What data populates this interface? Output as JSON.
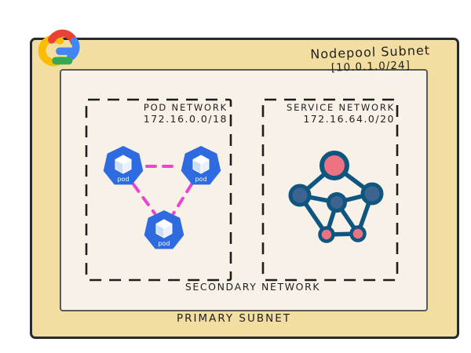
{
  "labels": {
    "nodepool": {
      "line1": "Nodepool Subnet",
      "line2": "[10.0.1.0/24]"
    },
    "primary_subnet": "PRIMARY SUBNET",
    "secondary_network": "SECONDARY NETWORK"
  },
  "pod_network": {
    "title": "POD NETWORK",
    "cidr": "172.16.0.0/18",
    "pods": [
      {
        "label": "pod"
      },
      {
        "label": "pod"
      },
      {
        "label": "pod"
      }
    ]
  },
  "service_network": {
    "title": "SERVICE NETWORK",
    "cidr": "172.16.64.0/20"
  },
  "icons": {
    "logo": "google-cloud-logo",
    "pod": "kubernetes-pod-icon",
    "mesh": "service-mesh-graph-icon"
  },
  "colors": {
    "outer_yellow": "#f3dea1",
    "inner_cream": "#f8f1e8",
    "pod_blue": "#2f6be0",
    "link_pink": "#ee43d2",
    "edge_navy": "#0e567f",
    "node_red": "#ed7282",
    "node_blue": "#3d6490",
    "logo_red": "#ea4335",
    "logo_blue": "#4285f4",
    "logo_yellow": "#fbbc05",
    "logo_green": "#34a853"
  }
}
